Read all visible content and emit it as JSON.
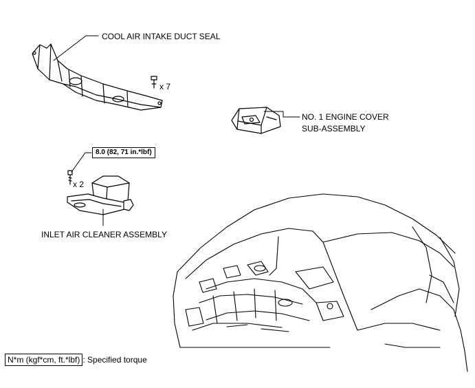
{
  "labels": {
    "cool_air_duct_seal": "COOL AIR INTAKE DUCT SEAL",
    "engine_cover_line1": "NO. 1 ENGINE COVER",
    "engine_cover_line2": "SUB-ASSEMBLY",
    "inlet_air_cleaner": "INLET AIR CLEANER ASSEMBLY"
  },
  "quantities": {
    "clips": "x 7",
    "bolts": "x 2"
  },
  "torque": {
    "value": "8.0 (82, 71 in.*lbf)"
  },
  "legend": {
    "unit": "N*m (kgf*cm, ft.*lbf)",
    "text": ": Specified torque"
  }
}
